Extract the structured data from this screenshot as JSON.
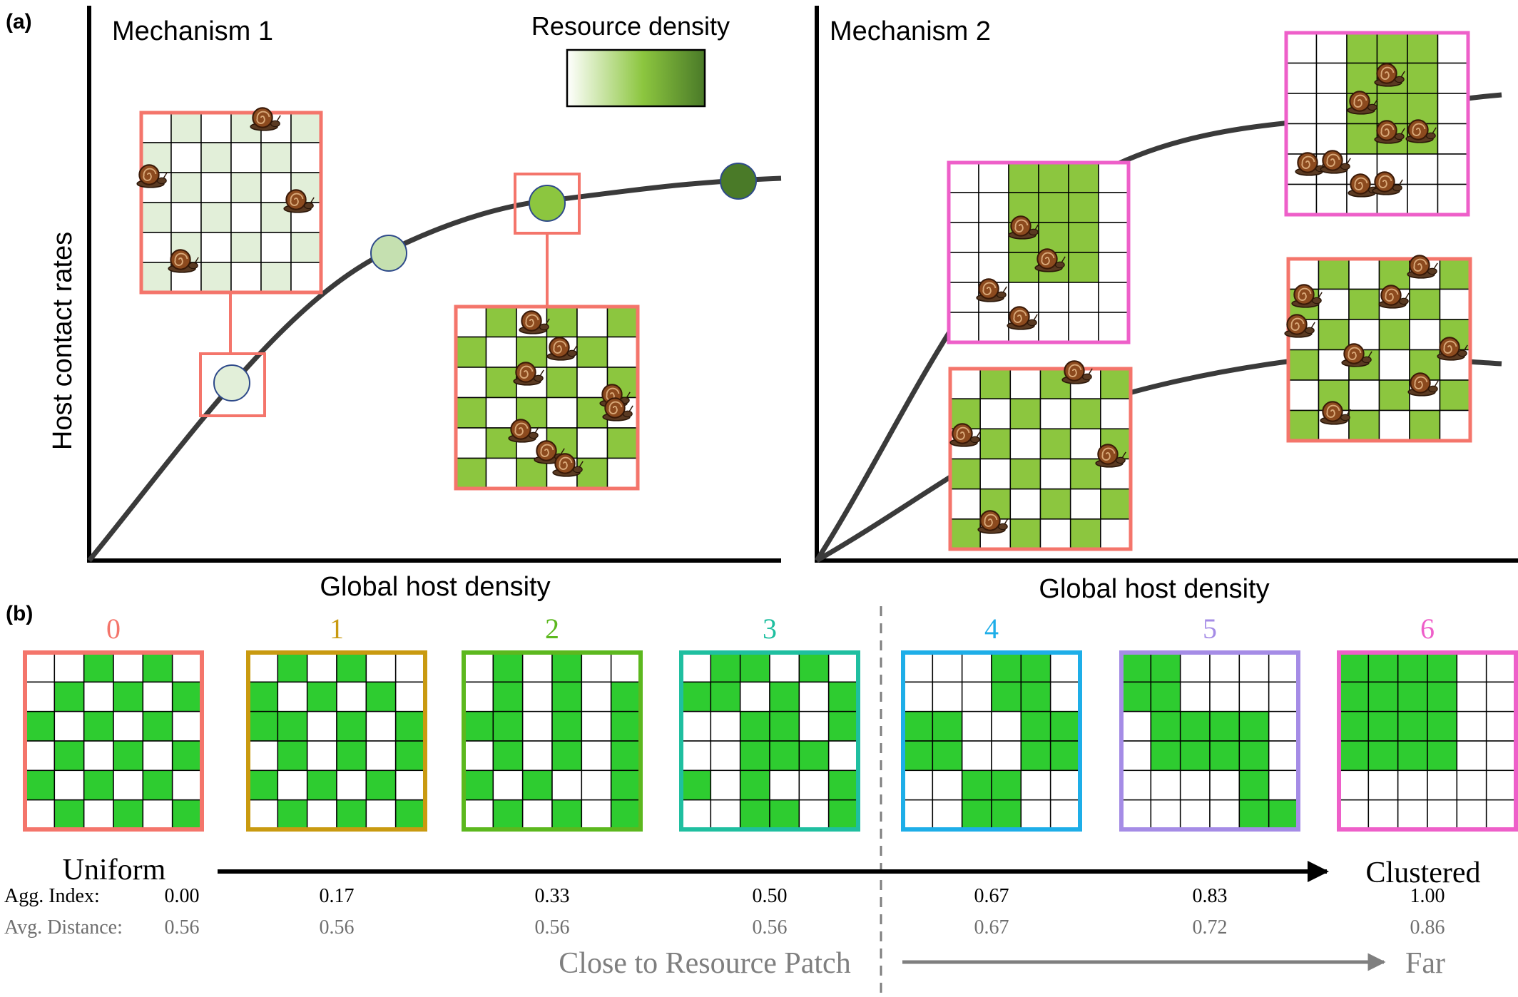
{
  "panel_a": {
    "label": "(a)",
    "y_axis_label": "Host contact rates",
    "mechanism1": {
      "title": "Mechanism 1",
      "x_axis_label": "Global host density",
      "legend": {
        "title": "Resource density",
        "colors": [
          "#ffffff",
          "#8cc63f",
          "#4a7a28"
        ]
      }
    },
    "mechanism2": {
      "title": "Mechanism 2",
      "x_axis_label": "Global host density"
    }
  },
  "panel_b": {
    "label": "(b)",
    "patterns": [
      {
        "index": "0",
        "color": "#f4756b",
        "agg": "0.00",
        "dist": "0.56"
      },
      {
        "index": "1",
        "color": "#c99a10",
        "agg": "0.17",
        "dist": "0.56"
      },
      {
        "index": "2",
        "color": "#5cb81e",
        "agg": "0.33",
        "dist": "0.56"
      },
      {
        "index": "3",
        "color": "#1fbfa0",
        "agg": "0.50",
        "dist": "0.56"
      },
      {
        "index": "4",
        "color": "#1eaee8",
        "agg": "0.67",
        "dist": "0.67"
      },
      {
        "index": "5",
        "color": "#a58ce6",
        "agg": "0.83",
        "dist": "0.72"
      },
      {
        "index": "6",
        "color": "#ee5fc9",
        "agg": "1.00",
        "dist": "0.86"
      }
    ],
    "arrow_left_label": "Uniform",
    "arrow_right_label": "Clustered",
    "agg_index_label": "Agg. Index:",
    "avg_distance_label": "Avg. Distance:",
    "close_label": "Close to Resource Patch",
    "far_label": "Far"
  },
  "colors": {
    "uniform_frame": "#f4756b",
    "clustered_frame": "#ee5fc9",
    "resource_green": "#2ecc30",
    "pale_green": "#e2efd9",
    "mid_green": "#8cc63f",
    "dark_green": "#4a7a28"
  }
}
